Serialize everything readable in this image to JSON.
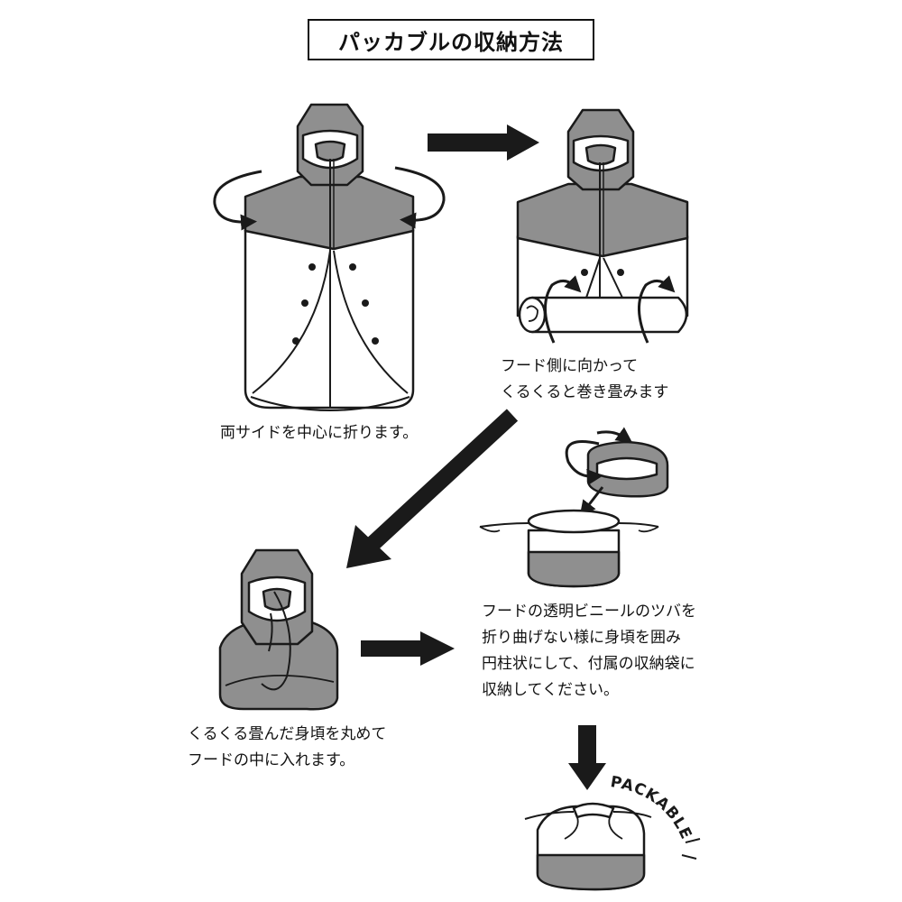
{
  "title": "パッカブルの収納方法",
  "steps": [
    {
      "caption": "両サイドを中心に折ります。"
    },
    {
      "caption": "フード側に向かって\nくるくると巻き畳みます"
    },
    {
      "caption": "くるくる畳んだ身頃を丸めて\nフードの中に入れます。"
    },
    {
      "caption": "フードの透明ビニールのツバを\n折り曲げない様に身頃を囲み\n円柱状にして、付属の収納袋に\n収納してください。"
    }
  ],
  "packable_label": "PACKABLE",
  "colors": {
    "fill_gray": "#8f8f8f",
    "outline": "#1a1a1a",
    "background": "#ffffff"
  }
}
